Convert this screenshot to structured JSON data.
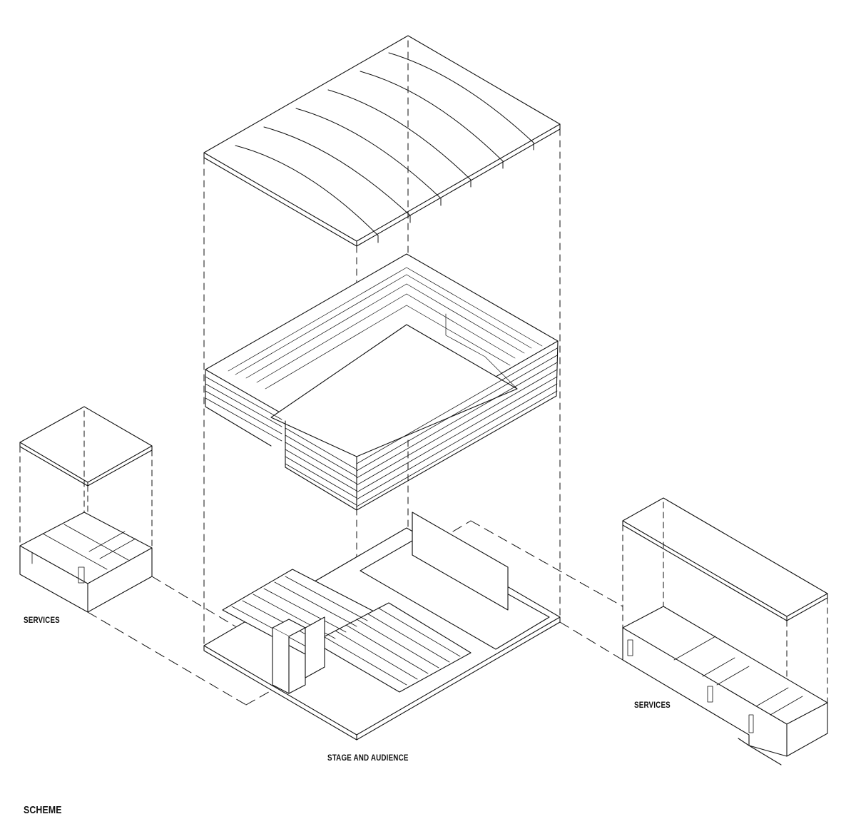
{
  "labels": {
    "services_left": "SERVICES",
    "services_right": "SERVICES",
    "stage_audience": "STAGE AND AUDIENCE",
    "scheme": "SCHEME"
  },
  "colors": {
    "ink": "#111111",
    "background": "#ffffff"
  }
}
